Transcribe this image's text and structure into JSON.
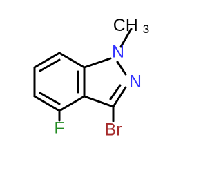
{
  "molecule": {
    "atoms": {
      "n1": {
        "symbol": "N"
      },
      "n2": {
        "symbol": "N"
      },
      "br": {
        "symbol": "Br"
      },
      "f": {
        "symbol": "F"
      },
      "ch3": {
        "symbol": "CH",
        "subscript": "3"
      }
    },
    "colors": {
      "bond": "#000000",
      "nitrogen": "#3333FF",
      "bromine": "#A52A2A",
      "fluorine": "#228B22",
      "carbon": "#000000"
    }
  }
}
